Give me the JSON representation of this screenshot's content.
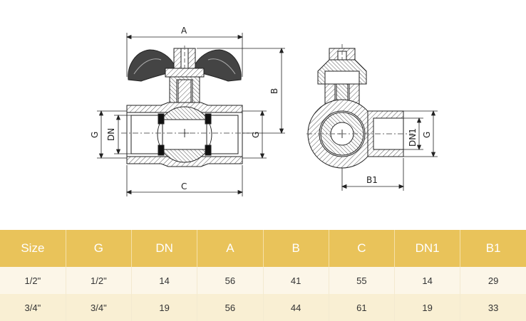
{
  "dimensions": {
    "A": "A",
    "B": "B",
    "C": "C",
    "G": "G",
    "DN": "DN",
    "DN1": "DN1",
    "B1": "B1"
  },
  "table": {
    "headers": [
      "Size",
      "G",
      "DN",
      "A",
      "B",
      "C",
      "DN1",
      "B1"
    ],
    "rows": [
      [
        "1/2\"",
        "1/2\"",
        "14",
        "56",
        "41",
        "55",
        "14",
        "29"
      ],
      [
        "3/4\"",
        "3/4\"",
        "19",
        "56",
        "44",
        "61",
        "19",
        "33"
      ]
    ]
  },
  "colors": {
    "header_bg": "#e9c35a",
    "row_light": "#fcf6e8",
    "row_dark": "#f9efd3"
  }
}
